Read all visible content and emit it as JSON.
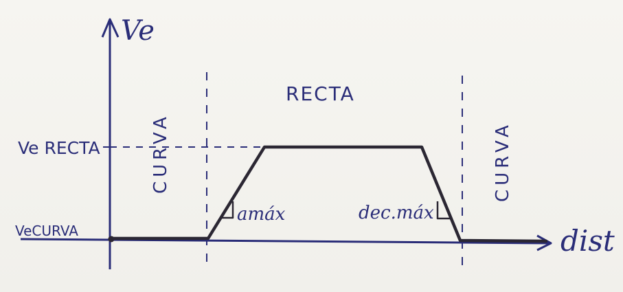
{
  "colors": {
    "ink_axis": "#2a2d78",
    "ink_profile": "#2b2733",
    "paper": "#f4f3ef"
  },
  "labels": {
    "y_axis": "Ve",
    "x_axis": "dist",
    "v_recta": "Ve RECTA",
    "v_curva": "VeCURVA",
    "zone_left": "CURVA",
    "zone_center": "RECTA",
    "zone_right": "CURVA",
    "accel": "amáx",
    "decel": "dec.máx"
  }
}
